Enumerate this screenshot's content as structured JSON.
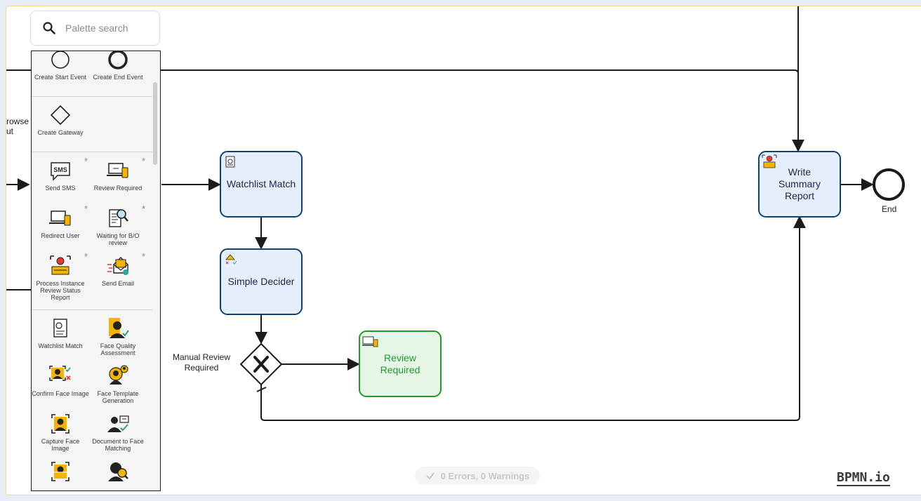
{
  "search": {
    "placeholder": "Palette search"
  },
  "palette": {
    "groups": [
      {
        "entries": [
          {
            "label": "Create Start Event",
            "icon": "start-event-icon"
          },
          {
            "label": "Create End Event",
            "icon": "end-event-icon"
          }
        ]
      },
      {
        "entries": [
          {
            "label": "Create Gateway",
            "icon": "gateway-icon"
          }
        ]
      },
      {
        "entries": [
          {
            "label": "Send SMS",
            "icon": "sms-icon",
            "starred": true
          },
          {
            "label": "Review Required",
            "icon": "review-laptop-icon",
            "starred": true
          },
          {
            "label": "Redirect User",
            "icon": "redirect-laptop-icon",
            "starred": true
          },
          {
            "label": "Waiting for B/O review",
            "icon": "magnifier-document-icon",
            "starred": true
          },
          {
            "label": "Process Instance Review Status Report",
            "icon": "report-icon",
            "starred": true
          },
          {
            "label": "Send Email",
            "icon": "send-email-icon",
            "starred": true
          }
        ]
      },
      {
        "entries": [
          {
            "label": "Watchlist Match",
            "icon": "watchlist-icon"
          },
          {
            "label": "Face Quality Assessment",
            "icon": "face-quality-icon"
          },
          {
            "label": "Confirm Face Image",
            "icon": "confirm-face-icon"
          },
          {
            "label": "Face Template Generation",
            "icon": "face-template-icon"
          },
          {
            "label": "Capture Face Image",
            "icon": "capture-face-icon"
          },
          {
            "label": "Document to Face Matching",
            "icon": "document-face-icon"
          },
          {
            "label": "",
            "icon": "face-scan-icon"
          },
          {
            "label": "",
            "icon": "face-search-icon"
          }
        ]
      }
    ]
  },
  "diagram": {
    "left_text": [
      "rowse",
      "ut"
    ],
    "tasks": {
      "watchlist": "Watchlist Match",
      "decider": "Simple Decider",
      "review": "Review Required",
      "summary": "Write Summary Report"
    },
    "gateway_label": "Manual Review Required",
    "end_label": "End"
  },
  "status": {
    "text": "0 Errors, 0 Warnings"
  },
  "brand": {
    "text": "BPMN.io"
  },
  "colors": {
    "task_fill": "#e5eefb",
    "task_stroke": "#0d4372",
    "review_fill": "#e6f6e6",
    "review_stroke": "#1f9b2a",
    "review_text": "#1f9b2a",
    "line": "#1b1b1b"
  }
}
